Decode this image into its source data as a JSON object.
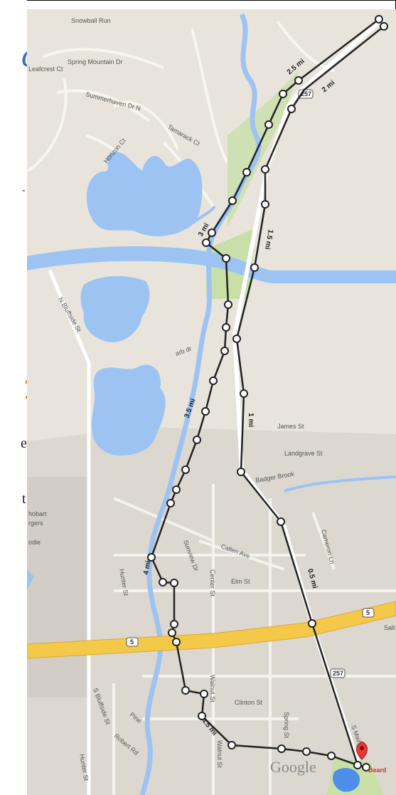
{
  "edge": {
    "letter_c": "c",
    "letter_q": "?",
    "letter_e": "e",
    "letter_t": "t"
  },
  "colors": {
    "map_bg": "#e8e4dc",
    "water": "#9cc3f2",
    "park": "#c8dfa8",
    "highway": "#f4c94a",
    "route": "#222222",
    "pin": "#e53935",
    "urban": "#d8d4cc"
  },
  "map": {
    "streets": {
      "snowball_run": "Snowball Run",
      "leafcrest_ct": "Leafcrest Ct",
      "spring_mountain_dr": "Spring Mountain Dr",
      "summerhaven_dr": "Summerhaven Dr N",
      "horizon_ct": "Horizon Ct",
      "tamarack_ct": "Tamarack Ct",
      "n_bluffside_st": "N Bluffside St",
      "james_st": "James St",
      "landgrave_st": "Landgrave St",
      "badger_brook": "Badger Brook",
      "callen_ave": "Callen Ave",
      "center_st": "Center St",
      "elm_st": "Elm St",
      "sunview_dr": "Sunview Dr",
      "clinton_st": "Clinton St",
      "walnut_st": "Walnut St",
      "spring_st": "Spring St",
      "s_bluffside_st": "S Bluffside St",
      "robert_dr": "Robert Rd",
      "hunter_st": "Hunter St",
      "s_main_st": "S Main St",
      "cameron_ln": "Cameron Ln",
      "pine": "Pine",
      "salt": "Salt",
      "arb_dr": "arb dr",
      "beard_label": "Beard"
    },
    "businesses": {
      "hobart": "hobart",
      "burgers": "rgers",
      "noodle": "odle"
    },
    "route_shields": {
      "shield_257_north": "257",
      "shield_257_south": "257",
      "shield_5_east": "5",
      "shield_5_west": "5"
    },
    "distance_markers": {
      "m_2_5": "2.5 mi",
      "m_2": "2 mi",
      "m_3": "3 mi",
      "m_1_5": "1.5 mi",
      "m_3_5": "3.5 mi",
      "m_1": "1 mi",
      "m_4": "4 mi",
      "m_0_5": "0.5 mi",
      "m_4_5": "4.5 mi"
    },
    "attribution": "Google"
  }
}
